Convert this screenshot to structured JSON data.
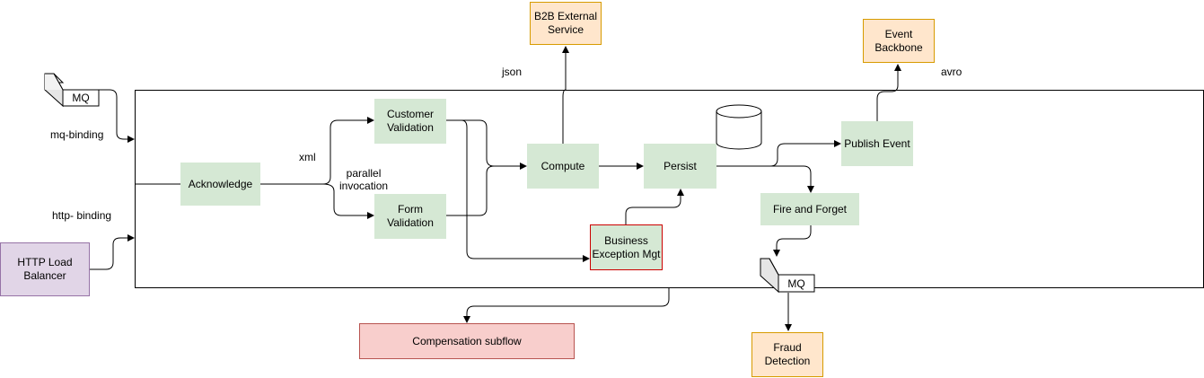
{
  "nodes": {
    "b2b_service": "B2B External\nService",
    "event_backbone": "Event\nBackbone",
    "mq_top": "MQ",
    "mq_bottom": "MQ",
    "http_lb": "HTTP Load\nBalancer",
    "acknowledge": "Acknowledge",
    "customer_validation": "Customer\nValidation",
    "form_validation": "Form\nValidation",
    "compute": "Compute",
    "persist": "Persist",
    "publish_event": "Publish Event",
    "fire_and_forget": "Fire and Forget",
    "business_exception": "Business\nException Mgt",
    "compensation": "Compensation subflow",
    "fraud_detection": "Fraud\nDetection"
  },
  "labels": {
    "json": "json",
    "avro": "avro",
    "mq_binding": "mq-binding",
    "http_binding": "http- binding",
    "xml": "xml",
    "parallel": "parallel\ninvocation"
  },
  "colors": {
    "green_fill": "#d5e8d4",
    "orange_fill": "#ffe6cc",
    "orange_stroke": "#d79b00",
    "purple_fill": "#e1d5e7",
    "purple_stroke": "#9673a6",
    "pink_fill": "#f8cecc",
    "pink_stroke": "#b85450",
    "exception_stroke": "#cc0000"
  }
}
